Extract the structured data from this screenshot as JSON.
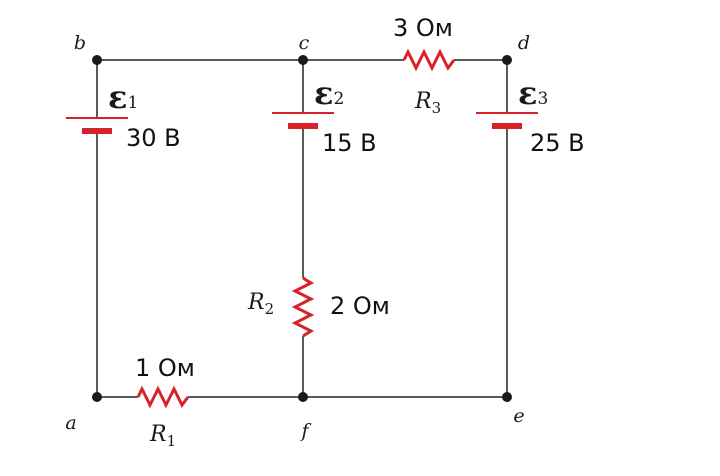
{
  "nodes": {
    "a": "a",
    "b": "b",
    "c": "c",
    "d": "d",
    "e": "e",
    "f": "f"
  },
  "sources": [
    {
      "letter": "ε",
      "sub": "1",
      "voltage": "30 В"
    },
    {
      "letter": "ε",
      "sub": "2",
      "voltage": "15 В"
    },
    {
      "letter": "ε",
      "sub": "3",
      "voltage": "25 В"
    }
  ],
  "resistors": [
    {
      "letter": "R",
      "sub": "1",
      "value": "1 Ом"
    },
    {
      "letter": "R",
      "sub": "2",
      "value": "2 Ом"
    },
    {
      "letter": "R",
      "sub": "3",
      "value": "3 Ом"
    }
  ],
  "colors": {
    "wire": "#5a5a5a",
    "component": "#d8222a",
    "node": "#1a1a1a"
  }
}
